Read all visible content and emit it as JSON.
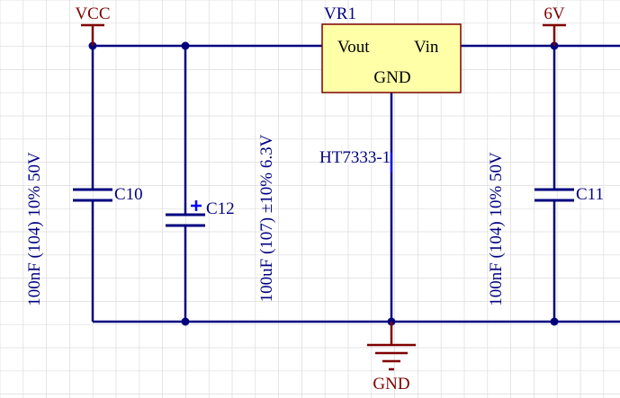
{
  "colors": {
    "wire": "#00007f",
    "power": "#7f0000",
    "label": "#00007f",
    "chip_fill": "#ffffa8",
    "chip_border": "#7f0000",
    "grid": "#dcdcdc",
    "junction": "#00007f",
    "pin_marker": "#0000ff"
  },
  "ports": {
    "vcc": "VCC",
    "v6": "6V",
    "gnd": "GND"
  },
  "regulator": {
    "designator": "VR1",
    "part": "HT7333-1",
    "pin_vout": "Vout",
    "pin_vin": "Vin",
    "pin_gnd": "GND"
  },
  "capacitors": {
    "c10": {
      "designator": "C10",
      "value": "100nF (104) 10% 50V"
    },
    "c12": {
      "designator": "C12",
      "value": "100uF (107) ±10% 6.3V"
    },
    "c11": {
      "designator": "C11",
      "value": "100nF (104) 10% 50V"
    }
  }
}
